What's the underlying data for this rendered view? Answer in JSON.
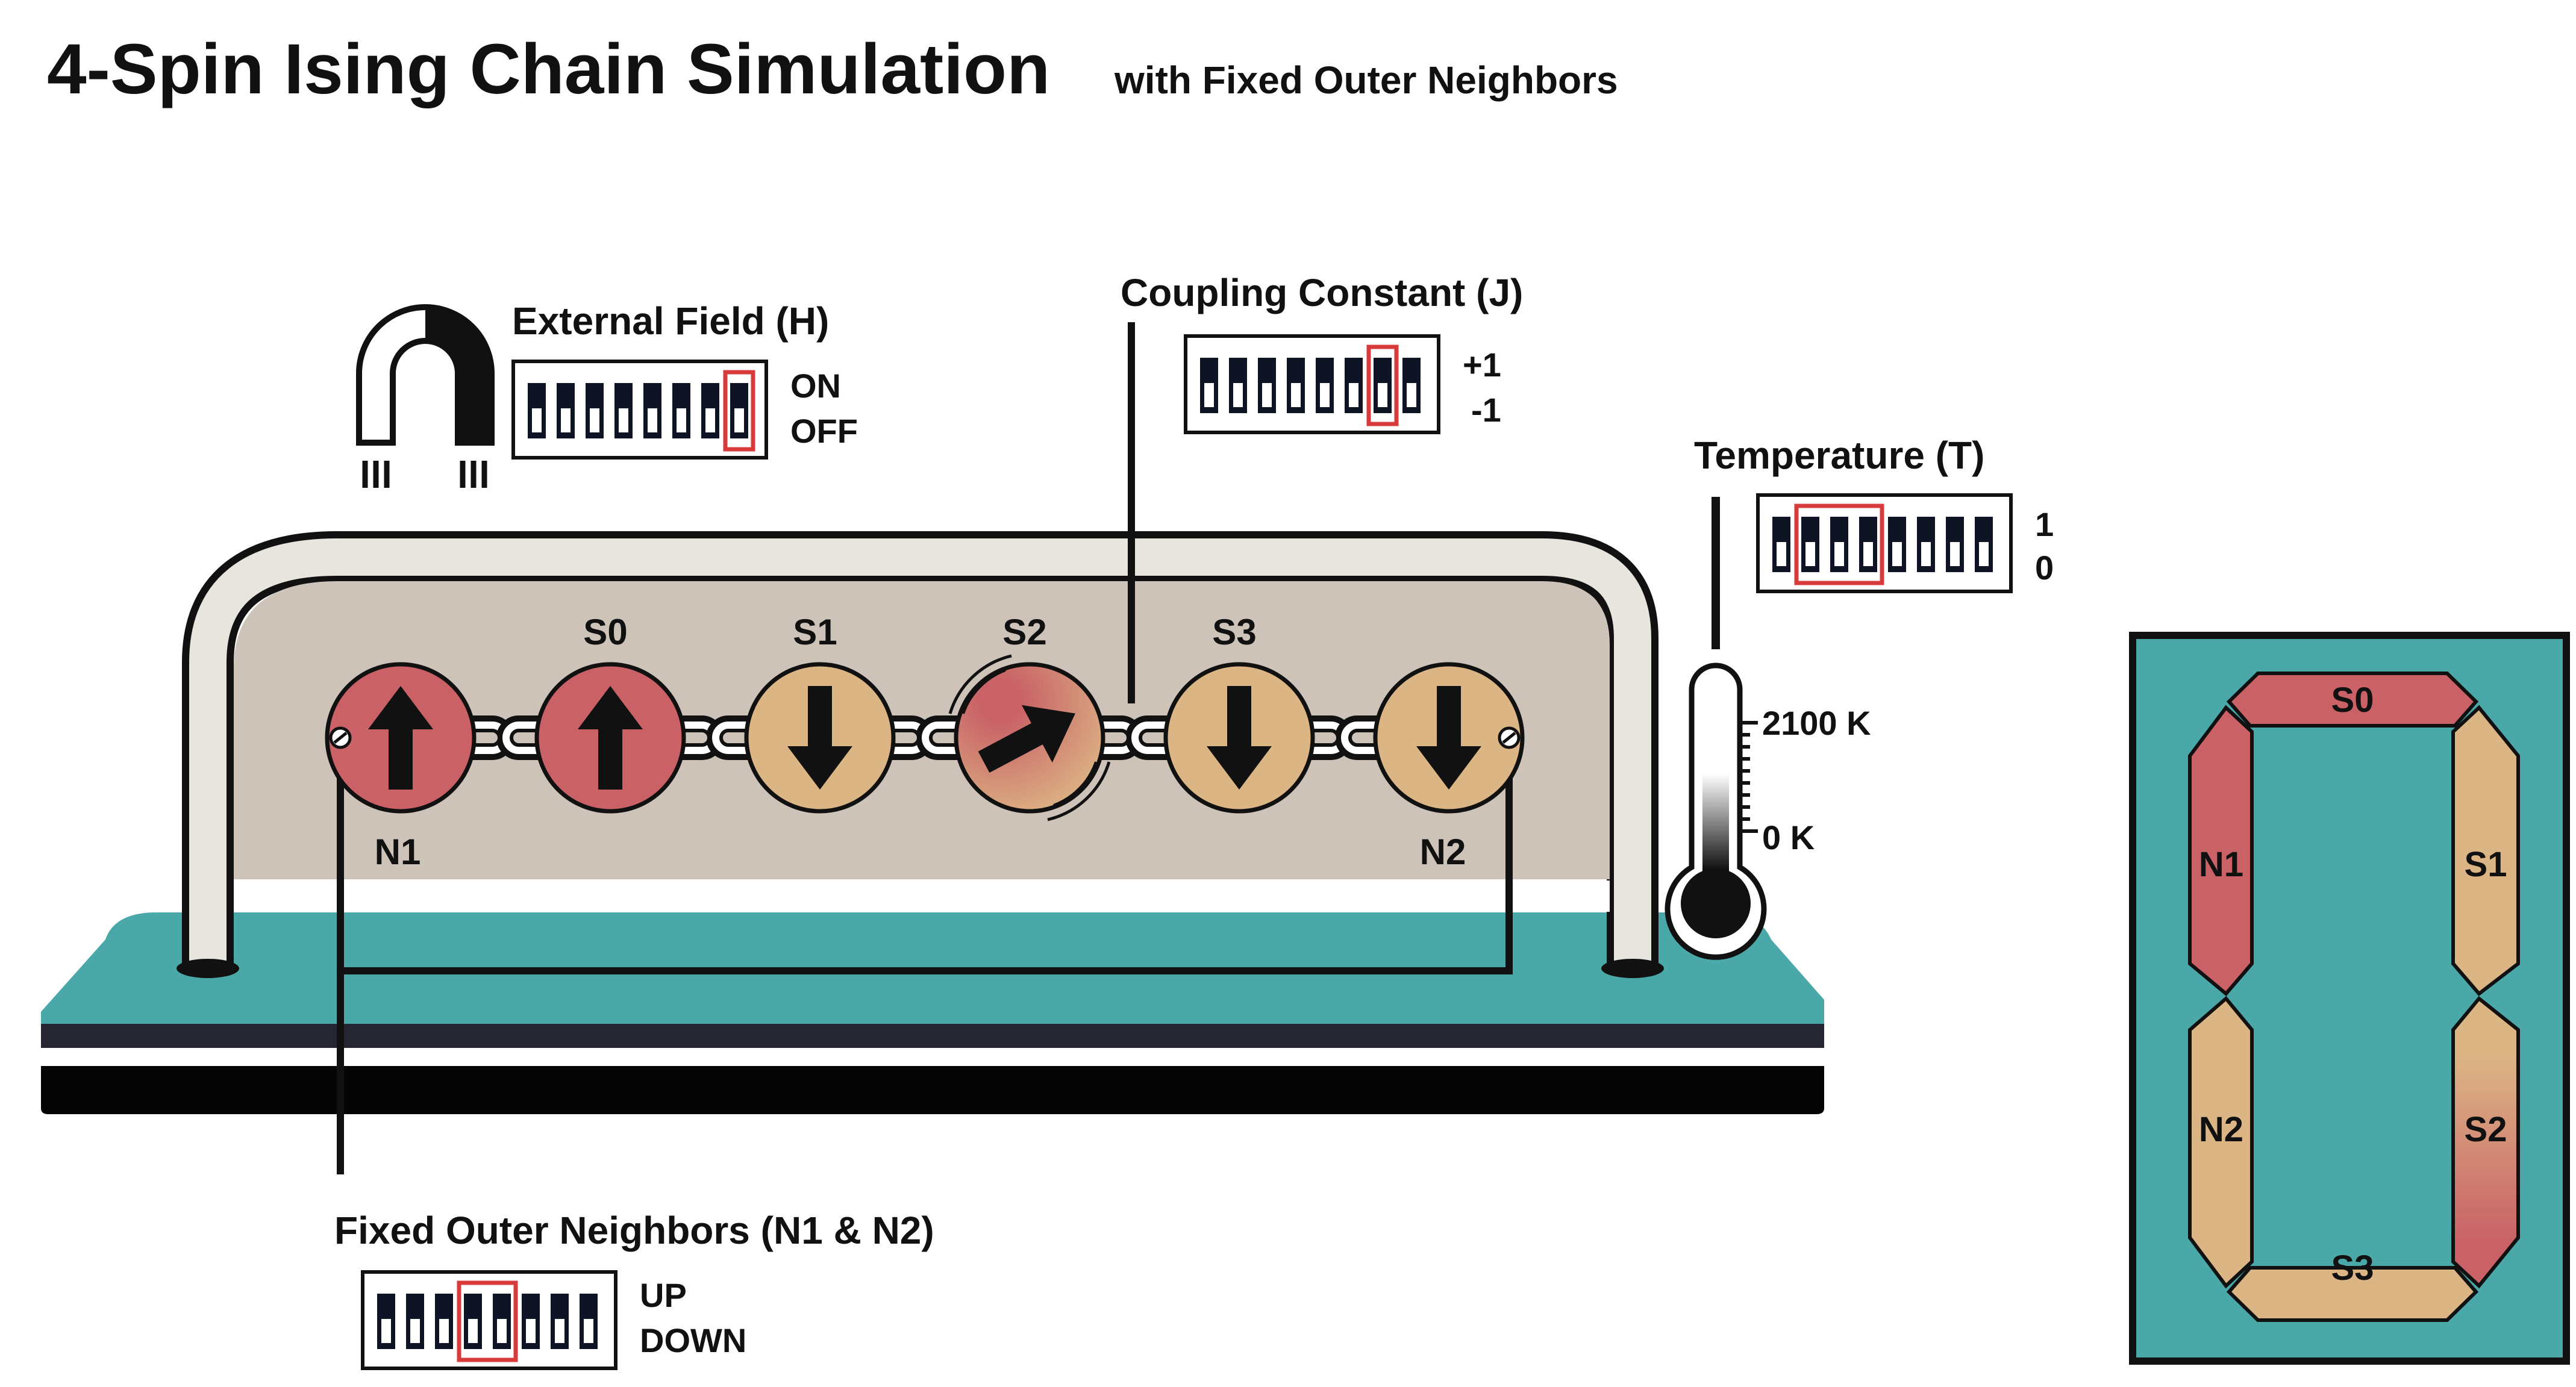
{
  "title": "4-Spin Ising Chain Simulation",
  "subtitle": "with Fixed Outer Neighbors",
  "controls": {
    "field": {
      "label": "External Field (H)",
      "on_label": "ON",
      "off_label": "OFF",
      "switch_count": 8,
      "selected": [
        7
      ]
    },
    "coupling": {
      "label": "Coupling Constant (J)",
      "plus_label": "+1",
      "minus_label": "-1",
      "switch_count": 8,
      "selected": [
        6
      ]
    },
    "temperature": {
      "label": "Temperature (T)",
      "one_label": "1",
      "zero_label": "0",
      "switch_count": 8,
      "selected": [
        1,
        2,
        3
      ]
    },
    "neighbors": {
      "label": "Fixed Outer Neighbors (N1 & N2)",
      "up_label": "UP",
      "down_label": "DOWN",
      "switch_count": 8,
      "selected": [
        3,
        4
      ]
    }
  },
  "thermometer": {
    "max_label": "2100 K",
    "min_label": "0 K"
  },
  "spins": [
    {
      "id": "N1",
      "label": "N1",
      "state": "up",
      "fixed": true,
      "color": "#c96166"
    },
    {
      "id": "S0",
      "label": "S0",
      "state": "up",
      "fixed": false,
      "color": "#c96166"
    },
    {
      "id": "S1",
      "label": "S1",
      "state": "down",
      "fixed": false,
      "color": "#dcb585"
    },
    {
      "id": "S2",
      "label": "S2",
      "state": "flipping",
      "fixed": false,
      "color": "#d67a6c"
    },
    {
      "id": "S3",
      "label": "S3",
      "state": "down",
      "fixed": false,
      "color": "#dcb585"
    },
    {
      "id": "N2",
      "label": "N2",
      "state": "down",
      "fixed": true,
      "color": "#dcb585"
    }
  ],
  "display": {
    "segments": [
      {
        "label": "S0",
        "color": "#c96166"
      },
      {
        "label": "N1",
        "color": "#c96166"
      },
      {
        "label": "S1",
        "color": "#dcb585"
      },
      {
        "label": "N2",
        "color": "#dcb585"
      },
      {
        "label": "S2",
        "color": "gradient"
      },
      {
        "label": "S3",
        "color": "#dcb585"
      }
    ]
  },
  "colors": {
    "up": "#c96166",
    "down": "#dcb585",
    "teal": "#4aa8a8",
    "panel": "#cdc3b9",
    "highlight": "#d83b3b"
  }
}
